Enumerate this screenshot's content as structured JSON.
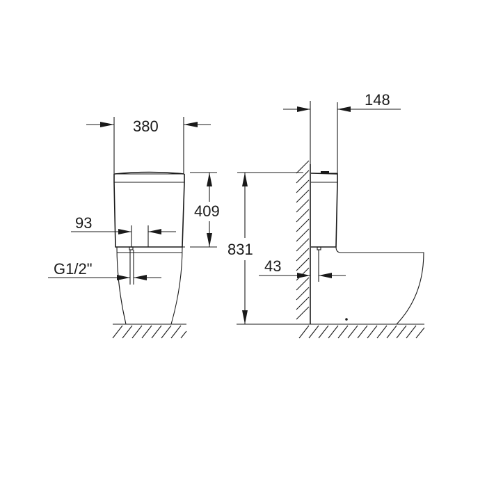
{
  "drawing": {
    "type": "technical dimension drawing",
    "subject": "close-coupled toilet cistern",
    "units": "mm",
    "line_color": "#1a1a1a",
    "background": "#ffffff"
  },
  "front_view": {
    "dimensions": {
      "cistern_width": "380",
      "cistern_height": "409",
      "inlet_offset": "93",
      "inlet_connection": "G1/2\""
    }
  },
  "side_view": {
    "dimensions": {
      "cistern_depth": "148",
      "total_height": "831",
      "inlet_wall_distance": "43"
    }
  }
}
